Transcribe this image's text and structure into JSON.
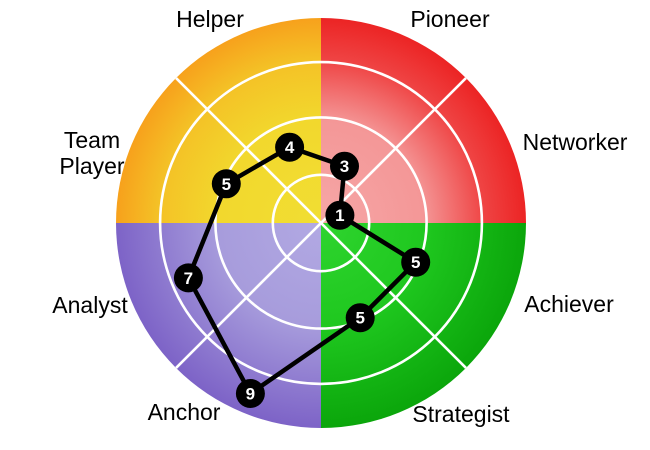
{
  "chart_data": {
    "type": "radar",
    "title": "",
    "max_value": 10,
    "ring_fractions": [
      0.235,
      0.515,
      0.785
    ],
    "grid_color": "#ffffff",
    "polygon_color": "#000000",
    "node_fill": "#000000",
    "node_text_color": "#ffffff",
    "label_color": "#000000",
    "axes": [
      {
        "label": "Helper",
        "value": 4,
        "quadrant": "top-left"
      },
      {
        "label": "Pioneer",
        "value": 3,
        "quadrant": "top-right"
      },
      {
        "label": "Networker",
        "value": 1,
        "quadrant": "top-right"
      },
      {
        "label": "Achiever",
        "value": 5,
        "quadrant": "bottom-right"
      },
      {
        "label": "Strategist",
        "value": 5,
        "quadrant": "bottom-right"
      },
      {
        "label": "Anchor",
        "value": 9,
        "quadrant": "bottom-left"
      },
      {
        "label": "Analyst",
        "value": 7,
        "quadrant": "bottom-left"
      },
      {
        "label": "Team Player",
        "value": 5,
        "quadrant": "top-left"
      }
    ],
    "quadrants": [
      {
        "name": "top-left",
        "traits": [
          "Helper",
          "Team Player"
        ],
        "stops": [
          {
            "offset": 0,
            "color": "#F1DE33"
          },
          {
            "offset": 0.5,
            "color": "#F2D82D"
          },
          {
            "offset": 0.8,
            "color": "#F4C126"
          },
          {
            "offset": 1,
            "color": "#F7A11C"
          }
        ]
      },
      {
        "name": "top-right",
        "traits": [
          "Pioneer",
          "Networker"
        ],
        "stops": [
          {
            "offset": 0,
            "color": "#F6A7A7"
          },
          {
            "offset": 0.5,
            "color": "#F49797"
          },
          {
            "offset": 0.8,
            "color": "#EF4343"
          },
          {
            "offset": 1,
            "color": "#EC2424"
          }
        ]
      },
      {
        "name": "bottom-right",
        "traits": [
          "Achiever",
          "Strategist"
        ],
        "stops": [
          {
            "offset": 0,
            "color": "#2FD42F"
          },
          {
            "offset": 0.5,
            "color": "#1FC81F"
          },
          {
            "offset": 1,
            "color": "#0BA60B"
          }
        ]
      },
      {
        "name": "bottom-left",
        "traits": [
          "Anchor",
          "Analyst"
        ],
        "stops": [
          {
            "offset": 0,
            "color": "#B2A9E3"
          },
          {
            "offset": 0.5,
            "color": "#A79CDC"
          },
          {
            "offset": 1,
            "color": "#7D63C7"
          }
        ]
      }
    ]
  }
}
